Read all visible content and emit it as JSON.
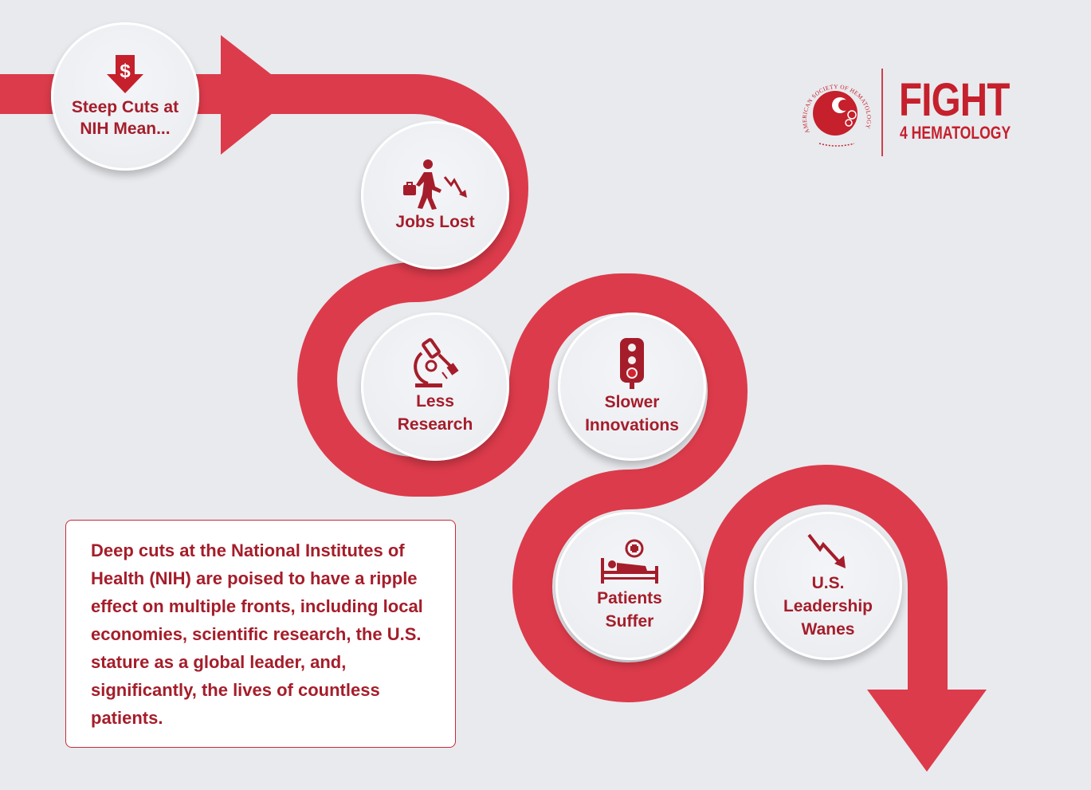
{
  "steps": [
    {
      "label": "Steep Cuts at\nNIH Mean...",
      "icon": "dollar-down-arrow-icon"
    },
    {
      "label": "Jobs Lost",
      "icon": "walking-person-briefcase-icon"
    },
    {
      "label": "Less\nResearch",
      "icon": "microscope-icon"
    },
    {
      "label": "Slower\nInnovations",
      "icon": "traffic-light-icon"
    },
    {
      "label": "Patients\nSuffer",
      "icon": "hospital-bed-icon"
    },
    {
      "label": "U.S.\nLeadership\nWanes",
      "icon": "trend-down-arrow-icon"
    }
  ],
  "logo": {
    "society_text": "AMERICAN SOCIETY OF HEMATOLOGY",
    "title": "FIGHT",
    "subtitle": "4 HEMATOLOGY"
  },
  "description": "Deep cuts at the National Institutes of Health (NIH) are poised to have a ripple effect on multiple fronts, including local economies, scientific research, the U.S. stature as a global leader, and, significantly, the lives of countless patients.",
  "colors": {
    "path_red": "#dc3b4b",
    "text_red": "#a51d2a",
    "brand_red": "#c5202c",
    "background": "#e9eaee"
  }
}
